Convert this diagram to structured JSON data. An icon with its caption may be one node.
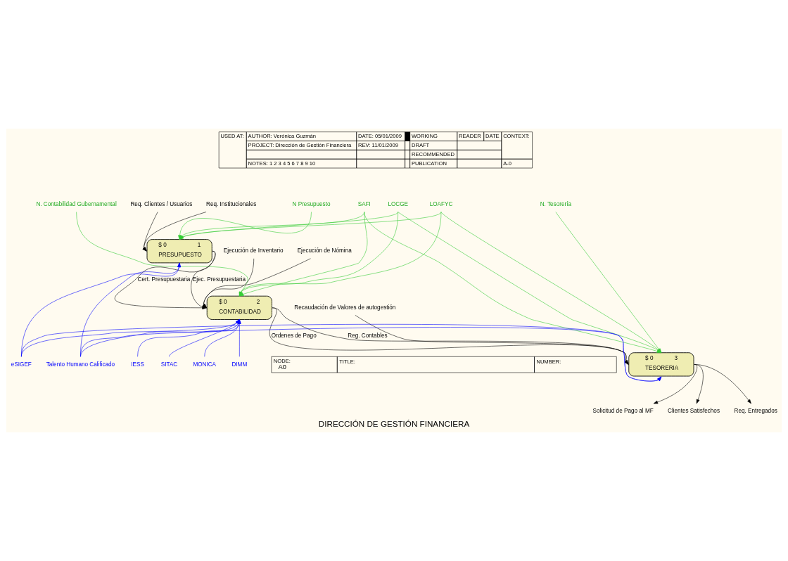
{
  "diagram": {
    "title": "DIRECCIÓN DE GESTIÓN FINANCIERA",
    "nodes": [
      {
        "text": [
          "SAFI"
        ]
      },
      {
        "text": [
          "N Presupuesto"
        ]
      },
      {
        "text": [
          "LOAFYC"
        ]
      },
      {
        "text": [
          "LOCGE"
        ]
      },
      {
        "text": [
          "N. Contabilidad Gubernamental"
        ]
      },
      {
        "text": [
          "N. Tesorería"
        ]
      },
      {
        "text": [
          "Req. Institucionales"
        ]
      },
      {
        "text": [
          "Req. Clientes / Usuarios"
        ]
      },
      {
        "text": [
          "$ 0",
          "1",
          "PRESUPUESTO"
        ]
      },
      {
        "text": [
          "Ejecución de Inventario"
        ]
      },
      {
        "text": [
          "Ejecución de Nómina"
        ]
      },
      {
        "text": [
          "$ 0",
          "2",
          "CONTABILIDAD"
        ]
      },
      {
        "text": [
          "Recaudación de Valores de autogestión"
        ]
      },
      {
        "text": [
          "$ 0",
          "3",
          "TESORERIA"
        ]
      },
      {
        "text": [
          "Solicitud de Pago al MF"
        ]
      },
      {
        "text": [
          "Clientes Satisfechos"
        ]
      },
      {
        "text": [
          "Req. Entregados"
        ]
      },
      {
        "text": [
          "eSIGEF"
        ]
      },
      {
        "text": [
          "Talento Humano Calificado"
        ]
      },
      {
        "text": [
          "IESS"
        ]
      },
      {
        "text": [
          "SITAC"
        ]
      },
      {
        "text": [
          "MONICA"
        ]
      },
      {
        "text": [
          "DIMM"
        ]
      }
    ],
    "edges": [
      {
        "from": 6,
        "to": 8,
        "arrow": "to"
      },
      {
        "from": 7,
        "to": 8,
        "arrow": "to"
      },
      {
        "from": 9,
        "to": 11,
        "arrow": "to"
      },
      {
        "from": 10,
        "to": 11,
        "arrow": "to"
      },
      {
        "from": 12,
        "to": 13,
        "arrow": "to"
      },
      {
        "from": 8,
        "to": 11,
        "arrow": "to",
        "label": "Ejec. Presupuestaria"
      },
      {
        "from": 8,
        "to": 11,
        "arrow": "to",
        "label": "Cert. Presupuestaria"
      },
      {
        "from": 11,
        "to": 13,
        "arrow": "to",
        "label": "Ordenes de Pago"
      },
      {
        "from": 11,
        "to": 13,
        "arrow": "to",
        "label": "Reg. Contables"
      },
      {
        "from": 13,
        "to": 14,
        "arrow": "to"
      },
      {
        "from": 13,
        "to": 15,
        "arrow": "to"
      },
      {
        "from": 13,
        "to": 16,
        "arrow": "to"
      },
      {
        "from": 0,
        "to": 8,
        "arrow": "to",
        "color": "#33cc33"
      },
      {
        "from": 0,
        "to": 11,
        "arrow": "to",
        "color": "#33cc33"
      },
      {
        "from": 0,
        "to": 13,
        "arrow": "to",
        "color": "#33cc33"
      },
      {
        "from": 1,
        "to": 8,
        "arrow": "to",
        "color": "#33cc33"
      },
      {
        "from": 2,
        "to": 8,
        "arrow": "to",
        "color": "#33cc33"
      },
      {
        "from": 2,
        "to": 11,
        "arrow": "to",
        "color": "#33cc33"
      },
      {
        "from": 2,
        "to": 13,
        "arrow": "to",
        "color": "#33cc33"
      },
      {
        "from": 3,
        "to": 8,
        "arrow": "to",
        "color": "#33cc33"
      },
      {
        "from": 3,
        "to": 11,
        "arrow": "to",
        "color": "#33cc33"
      },
      {
        "from": 3,
        "to": 13,
        "arrow": "to",
        "color": "#33cc33"
      },
      {
        "from": 4,
        "to": 11,
        "arrow": "to",
        "color": "#33cc33"
      },
      {
        "from": 5,
        "to": 13,
        "arrow": "to",
        "color": "#33cc33"
      },
      {
        "from": 17,
        "to": 8,
        "arrow": "to",
        "color": "#0000ff"
      },
      {
        "from": 17,
        "to": 11,
        "arrow": "to",
        "color": "#0000ff"
      },
      {
        "from": 17,
        "to": 13,
        "arrow": "to",
        "color": "#0000ff"
      },
      {
        "from": 18,
        "to": 8,
        "arrow": "to",
        "color": "#0000ff"
      },
      {
        "from": 18,
        "to": 11,
        "arrow": "to",
        "color": "#0000ff"
      },
      {
        "from": 18,
        "to": 13,
        "arrow": "to",
        "color": "#0000ff"
      },
      {
        "from": 19,
        "to": 11,
        "arrow": "to",
        "color": "#0000ff"
      },
      {
        "from": 20,
        "to": 11,
        "arrow": "to",
        "color": "#0000ff"
      },
      {
        "from": 21,
        "to": 11,
        "arrow": "to",
        "color": "#0000ff"
      },
      {
        "from": 22,
        "to": 11,
        "arrow": "to",
        "color": "#0000ff"
      }
    ],
    "labels": [
      "USED AT:",
      "AUTHOR: Verónica Guzmán",
      "DATE: 05/01/2009",
      "WORKING",
      "READER",
      "DATE",
      "CONTEXT:",
      "PROJECT: Dirección de Gestión Financiera",
      "REV: 11/01/2009",
      "DRAFT",
      "RECOMMENDED",
      "NOTES: 1 2 3 4 5 6 7 8 9 10",
      "PUBLICATION",
      "A-0",
      "NODE:",
      "A0",
      "TITLE:",
      "NUMBER:"
    ]
  }
}
